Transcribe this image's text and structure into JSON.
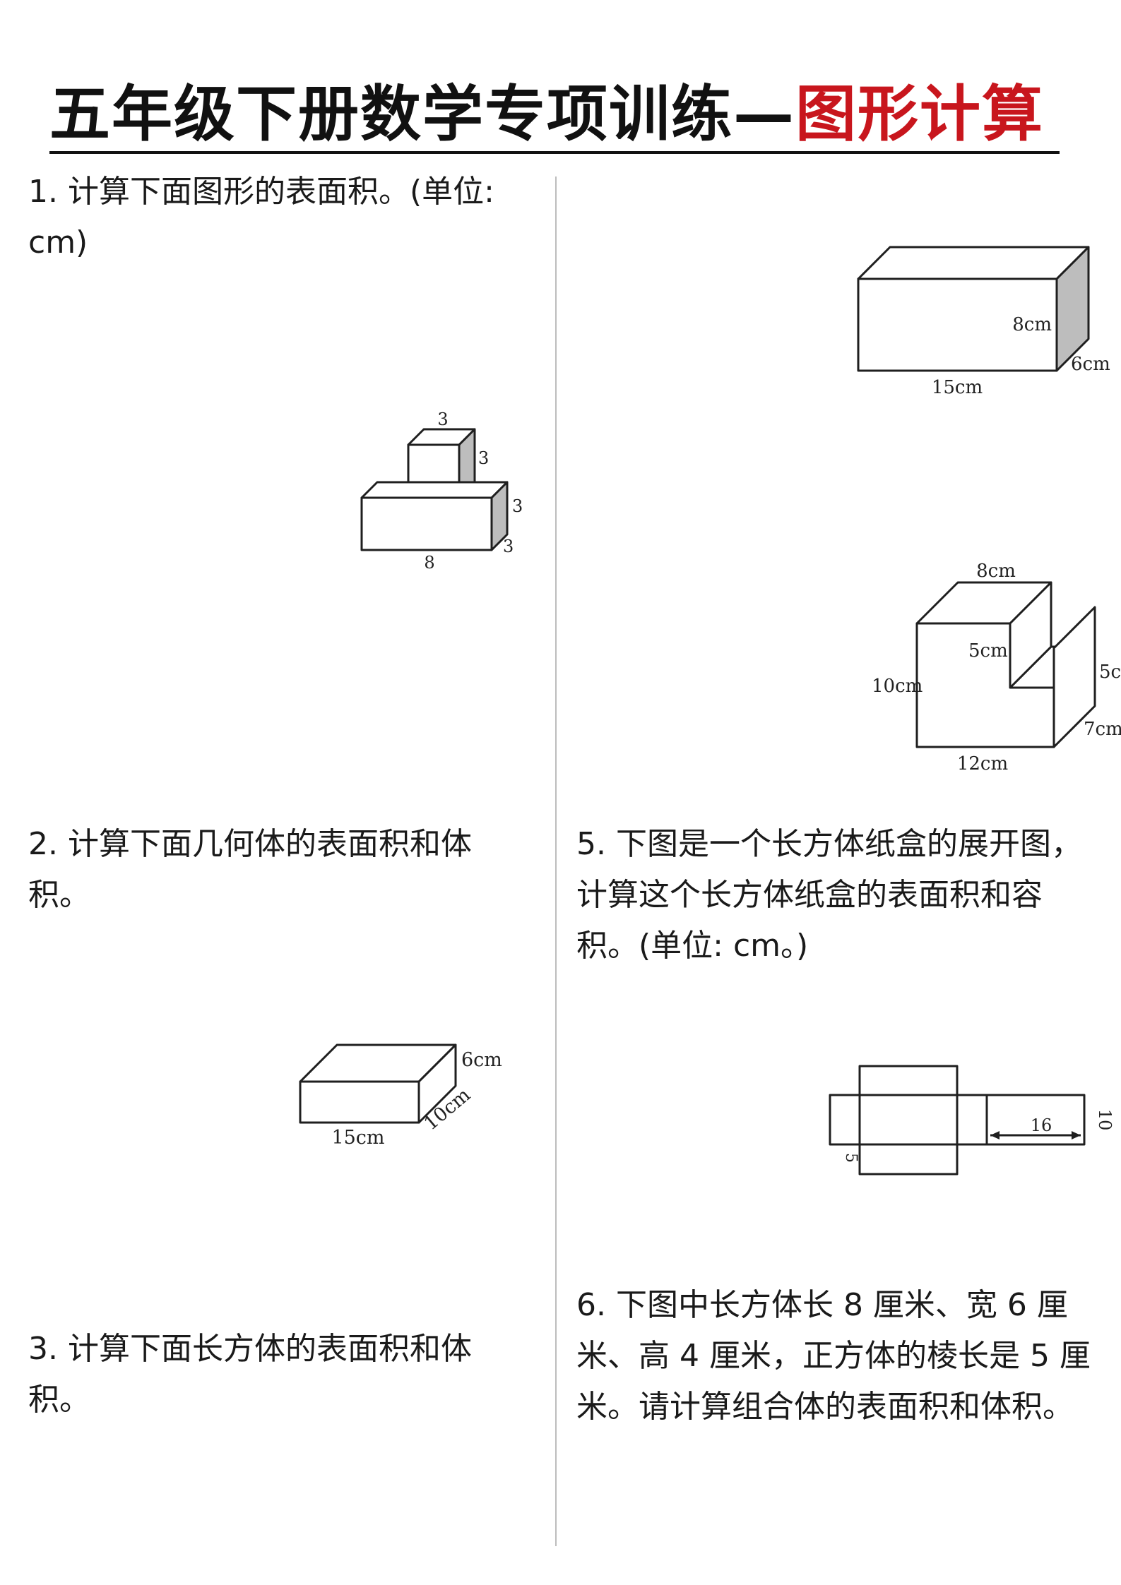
{
  "title": {
    "main": "五年级下册数学专项训练—",
    "highlight": "图形计算"
  },
  "questions": {
    "q1": "1. 计算下面图形的表面积。(单位: cm)",
    "q2": "2. 计算下面几何体的表面积和体积。",
    "q3": "3. 计算下面长方体的表面积和体积。",
    "q5": "5. 下图是一个长方体纸盒的展开图，计算这个长方体纸盒的表面积和容积。(单位: cm。)",
    "q6": "6. 下图中长方体长 8 厘米、宽 6 厘米、高 4 厘米，正方体的棱长是 5 厘米。请计算组合体的表面积和体积。"
  },
  "figures": {
    "stacked": {
      "top_len": "3",
      "top_height": "3",
      "base_height": "3",
      "base_depth": "3",
      "base_len": "8"
    },
    "box_q2": {
      "height": "6cm",
      "depth": "10cm",
      "length": "15cm"
    },
    "box_top_right": {
      "height": "8cm",
      "depth": "6cm",
      "length": "15cm"
    },
    "step_solid": {
      "top_width": "8cm",
      "step_height": "5cm",
      "right_height": "5c",
      "height": "10cm",
      "depth": "7cm",
      "length": "12cm"
    },
    "net": {
      "length": "16",
      "width": "10",
      "height": "5"
    }
  }
}
